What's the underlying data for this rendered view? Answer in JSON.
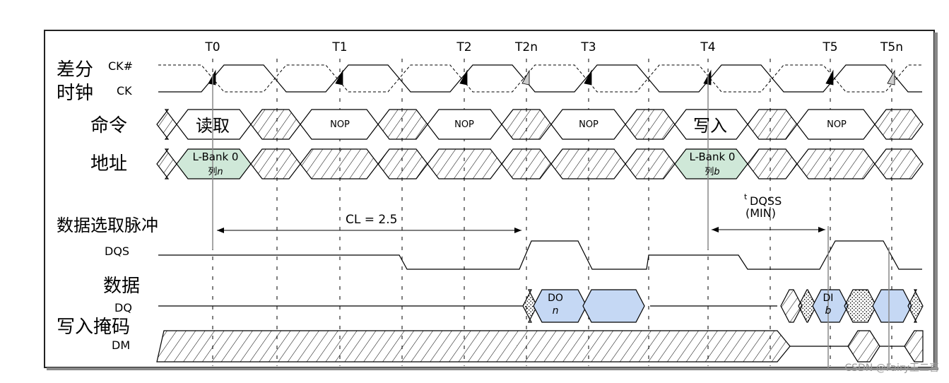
{
  "clock_labels": [
    "T0",
    "T1",
    "T2",
    "T2n",
    "T3",
    "T4",
    "T5",
    "T5n"
  ],
  "signals": {
    "diff_clock_cn": "差分",
    "clock_cn": "时钟",
    "ck_n": "CK#",
    "ck": "CK",
    "command_cn": "命令",
    "address_cn": "地址",
    "dqs_cn": "数据选取脉冲",
    "dqs": "DQS",
    "data_cn": "数据",
    "dq": "DQ",
    "dm_cn": "写入掩码",
    "dm": "DM"
  },
  "commands": {
    "read": "读取",
    "nop1": "NOP",
    "nop2": "NOP",
    "nop3": "NOP",
    "write": "写入",
    "nop4": "NOP"
  },
  "address": {
    "read_bank": "L-Bank 0",
    "read_col_prefix": "列",
    "read_col_var": "n",
    "write_bank": "L-Bank 0",
    "write_col_prefix": "列",
    "write_col_var": "b"
  },
  "annotations": {
    "cl": "CL = 2.5",
    "tdqss_t": "t",
    "tdqss_name": "DQSS",
    "tdqss_min": "(MIN)"
  },
  "data_bursts": {
    "do": "DO",
    "do_var": "n",
    "di": "DI",
    "di_var": "b"
  },
  "colors": {
    "address_fill": "#cfe8d8",
    "data_fill": "#c5d8f4",
    "line": "#000000"
  },
  "watermark": "CSDN @Fairy王二喜"
}
